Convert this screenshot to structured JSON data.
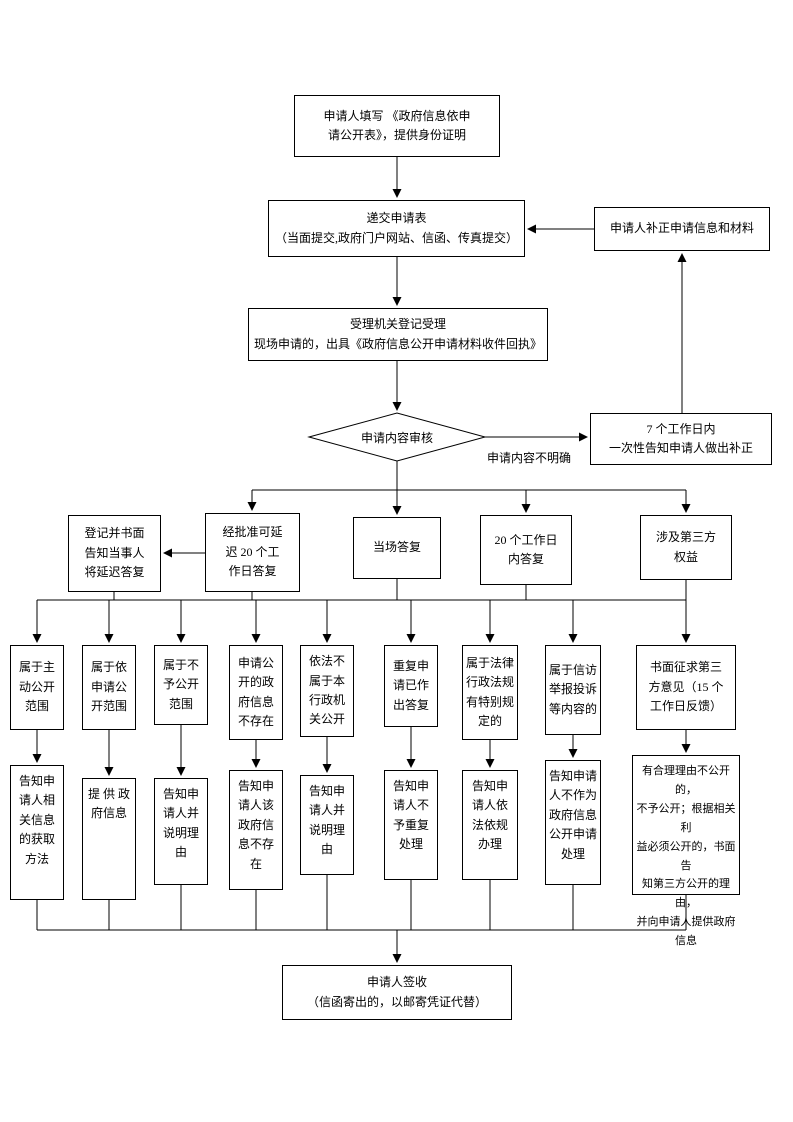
{
  "page": {
    "background": "#ffffff",
    "line_color": "#000000"
  },
  "flow": {
    "fill_form": "申请人填写 《政府信息依申\n请公开表》，提供身份证明",
    "submit": "递交申请表\n（当面提交,政府门户网站、信函、传真提交）",
    "supplement": "申请人补正申请信息和材料",
    "accept": "受理机关登记受理\n现场申请的，出具《政府信息公开申请材料收件回执》",
    "review": "申请内容审核",
    "unclear_label": "申请内容不明确",
    "seven_days": "7 个工作日内\n一次性告知申请人做出补正",
    "level2": [
      "登记并书面\n告知当事人\n将延迟答复",
      "经批准可延\n迟 20 个工\n作日答复",
      "当场答复",
      "20 个工作日\n内答复",
      "涉及第三方\n权益"
    ],
    "level3": [
      "属于主\n动公开\n范围",
      "属于依\n申请公\n开范围",
      "属于不\n予公开\n范围",
      "申请公\n开的政\n府信息\n不存在",
      "依法不\n属于本\n行政机\n关公开",
      "重复申\n请已作\n出答复",
      "属于法律\n行政法规\n有特别规\n定的",
      "属于信访\n举报投诉\n等内容的",
      "书面征求第三\n方意见（15 个\n工作日反馈）"
    ],
    "level4": [
      "告知申\n请人相\n关信息\n的获取\n方法",
      "提 供 政\n府信息",
      "告知申\n请人并\n说明理\n由",
      "告知申\n请人该\n政府信\n息不存\n在",
      "告知申\n请人并\n说明理\n由",
      "告知申\n请人不\n予重复\n处理",
      "告知申\n请人依\n法依规\n办理",
      "告知申请\n人不作为\n政府信息\n公开申请\n处理",
      "有合理理由不公开的，\n不予公开；根据相关利\n益必须公开的，书面告\n知第三方公开的理由，\n并向申请人提供政府\n信息"
    ],
    "sign": "申请人签收\n（信函寄出的，以邮寄凭证代替）"
  }
}
